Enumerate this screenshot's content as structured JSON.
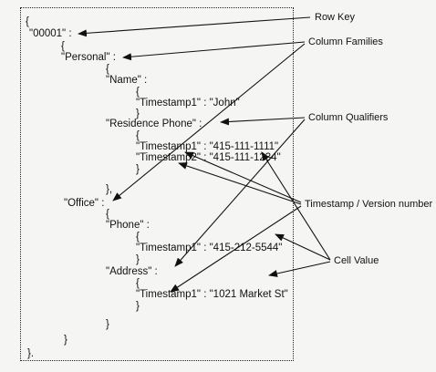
{
  "code": {
    "brace_open_outer": "{",
    "row_key": "\"00001\" :",
    "brace_open_row": "{",
    "personal": "\"Personal\" :",
    "brace_open_personal": "{",
    "name": "\"Name\" :",
    "brace_open_name": "{",
    "name_ts1": "\"Timestamp1\" : \"John\"",
    "brace_close_name": "}",
    "residence_phone": "\"Residence Phone\" :",
    "brace_open_res": "{",
    "res_ts1": "\"Timestamp1\" : \"415-111-1111\"",
    "res_ts2": "\"Timestamp2\" : \"415-111-1234\"",
    "brace_close_res": "}",
    "brace_close_personal": "},",
    "office": "\"Office\" :",
    "brace_open_office": "{",
    "phone": "\"Phone\" :",
    "brace_open_phone": "{",
    "phone_ts1": "\"Timestamp1\" : \"415-212-5544\"",
    "brace_close_phone": "}",
    "address": "\"Address\" :",
    "brace_open_address": "{",
    "address_ts1": "\"Timestamp1\" : \"1021 Market St\"",
    "brace_close_address": "}",
    "brace_close_office_inner": "}",
    "brace_close_office": "}",
    "brace_close_outer": "}."
  },
  "labels": {
    "row_key": "Row Key",
    "column_families": "Column Families",
    "column_qualifiers": "Column Qualifiers",
    "timestamp_version": "Timestamp / Version number",
    "cell_value": "Cell Value"
  }
}
